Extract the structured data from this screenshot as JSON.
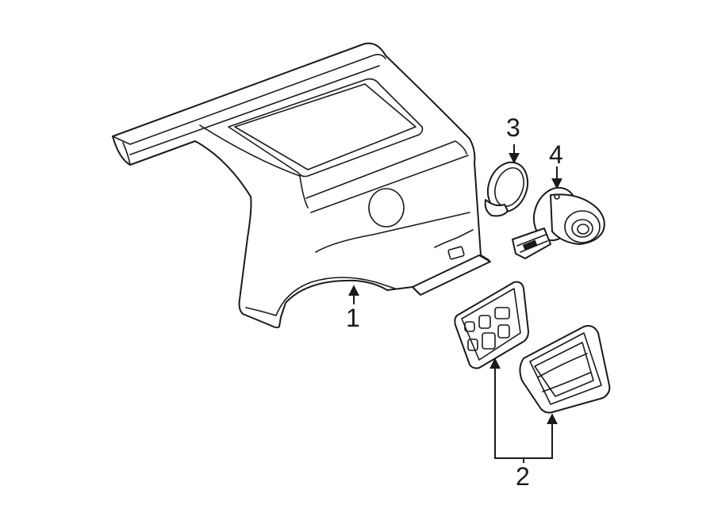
{
  "callouts": {
    "part_1": "1",
    "part_2": "2",
    "part_3": "3",
    "part_4": "4"
  },
  "colors": {
    "line": "#1a1a1a",
    "background": "#ffffff"
  }
}
